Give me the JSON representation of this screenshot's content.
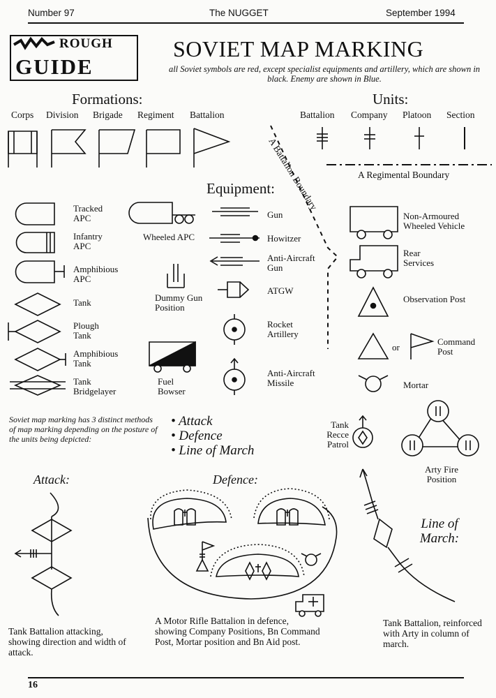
{
  "header": {
    "number": "Number 97",
    "publication": "The NUGGET",
    "date": "September 1994"
  },
  "logo": {
    "rough": "ROUGH",
    "guide": "GUIDE"
  },
  "title": "SOVIET MAP MARKING",
  "subtitle": "all Soviet symbols are red, except specialist equipments and artillery, which are shown in black. Enemy are shown in Blue.",
  "formations": {
    "heading": "Formations:",
    "labels": [
      "Corps",
      "Division",
      "Brigade",
      "Regiment",
      "Battalion"
    ]
  },
  "units": {
    "heading": "Units:",
    "labels": [
      "Battalion",
      "Company",
      "Platoon",
      "Section"
    ],
    "regimental_boundary": "A Regimental Boundary",
    "battalion_boundary": "A Battalion Boundary"
  },
  "equipment": {
    "heading": "Equipment:",
    "tracked_apc": "Tracked APC",
    "infantry_apc": "Infantry APC",
    "amphibious_apc": "Amphibious APC",
    "tank": "Tank",
    "plough_tank": "Plough Tank",
    "amphibious_tank": "Amphibious Tank",
    "tank_bridgelayer": "Tank Bridgelayer",
    "wheeled_apc": "Wheeled APC",
    "dummy_gun": "Dummy Gun Position",
    "fuel_bowser": "Fuel Bowser",
    "gun": "Gun",
    "howitzer": "Howitzer",
    "aa_gun": "Anti-Aircraft Gun",
    "atgw": "ATGW",
    "rocket_artillery": "Rocket Artillery",
    "aa_missile": "Anti-Aircraft Missile",
    "non_armoured": "Non-Armoured Wheeled Vehicle",
    "rear_services": "Rear Services",
    "observation_post": "Observation Post",
    "or": "or",
    "command_post": "Command Post",
    "mortar": "Mortar"
  },
  "methods": {
    "intro": "Soviet map marking has 3 distinct methods of map marking depending on the posture of the units being depicted:",
    "bullets": [
      "Attack",
      "Defence",
      "Line of March"
    ],
    "tank_recce": "Tank Recce Patrol",
    "arty_fire": "Arty Fire Position"
  },
  "attack": {
    "heading": "Attack:",
    "caption": "Tank Battalion attacking, showing direction and width of attack."
  },
  "defence": {
    "heading": "Defence:",
    "caption": "A Motor Rifle Battalion in defence, showing Company Positions, Bn Command Post, Mortar position and Bn Aid post."
  },
  "line_of_march": {
    "heading": "Line of March:",
    "caption": "Tank Battalion, reinforced with Arty in column of march."
  },
  "footer": {
    "page": "16"
  }
}
